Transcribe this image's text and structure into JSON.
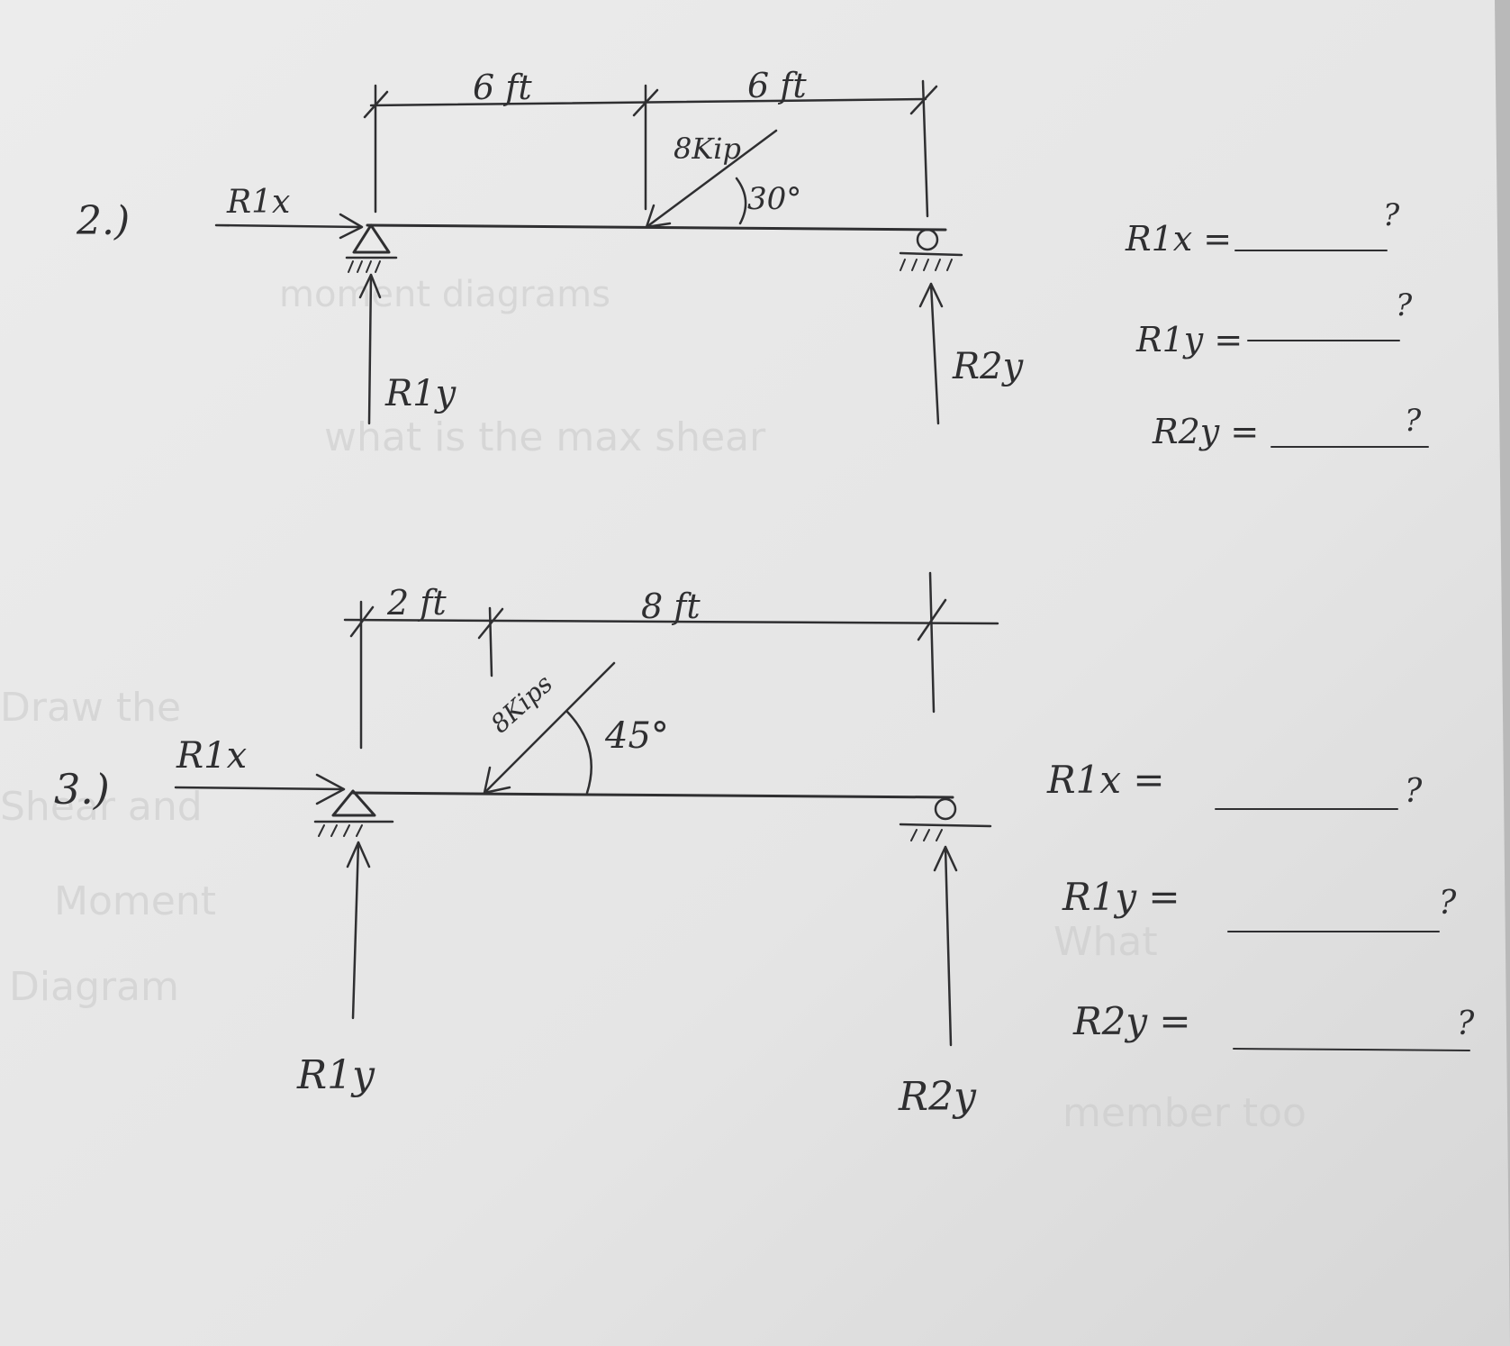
{
  "problems": [
    {
      "number": "2.)",
      "dims": [
        "6 ft",
        "6 ft"
      ],
      "load": {
        "magnitude": "8Kip",
        "angle": "30°"
      },
      "labels": {
        "r1x": "R1x",
        "r1y": "R1y",
        "r2y": "R2y"
      },
      "answers": [
        {
          "label": "R1x =",
          "blank": "?"
        },
        {
          "label": "R1y =",
          "blank": "?"
        },
        {
          "label": "R2y =",
          "blank": "?"
        }
      ]
    },
    {
      "number": "3.)",
      "dims": [
        "2 ft",
        "8 ft"
      ],
      "load": {
        "magnitude": "8Kips",
        "angle": "45°"
      },
      "labels": {
        "r1x": "R1x",
        "r1y": "R1y",
        "r2y": "R2y"
      },
      "answers": [
        {
          "label": "R1x =",
          "blank": "?"
        },
        {
          "label": "R1y =",
          "blank": "?"
        },
        {
          "label": "R2y =",
          "blank": "?"
        }
      ]
    }
  ],
  "colors": {
    "ink": "#2f2f31",
    "paper": "#ececec",
    "shadow": "#b9b9b9"
  }
}
